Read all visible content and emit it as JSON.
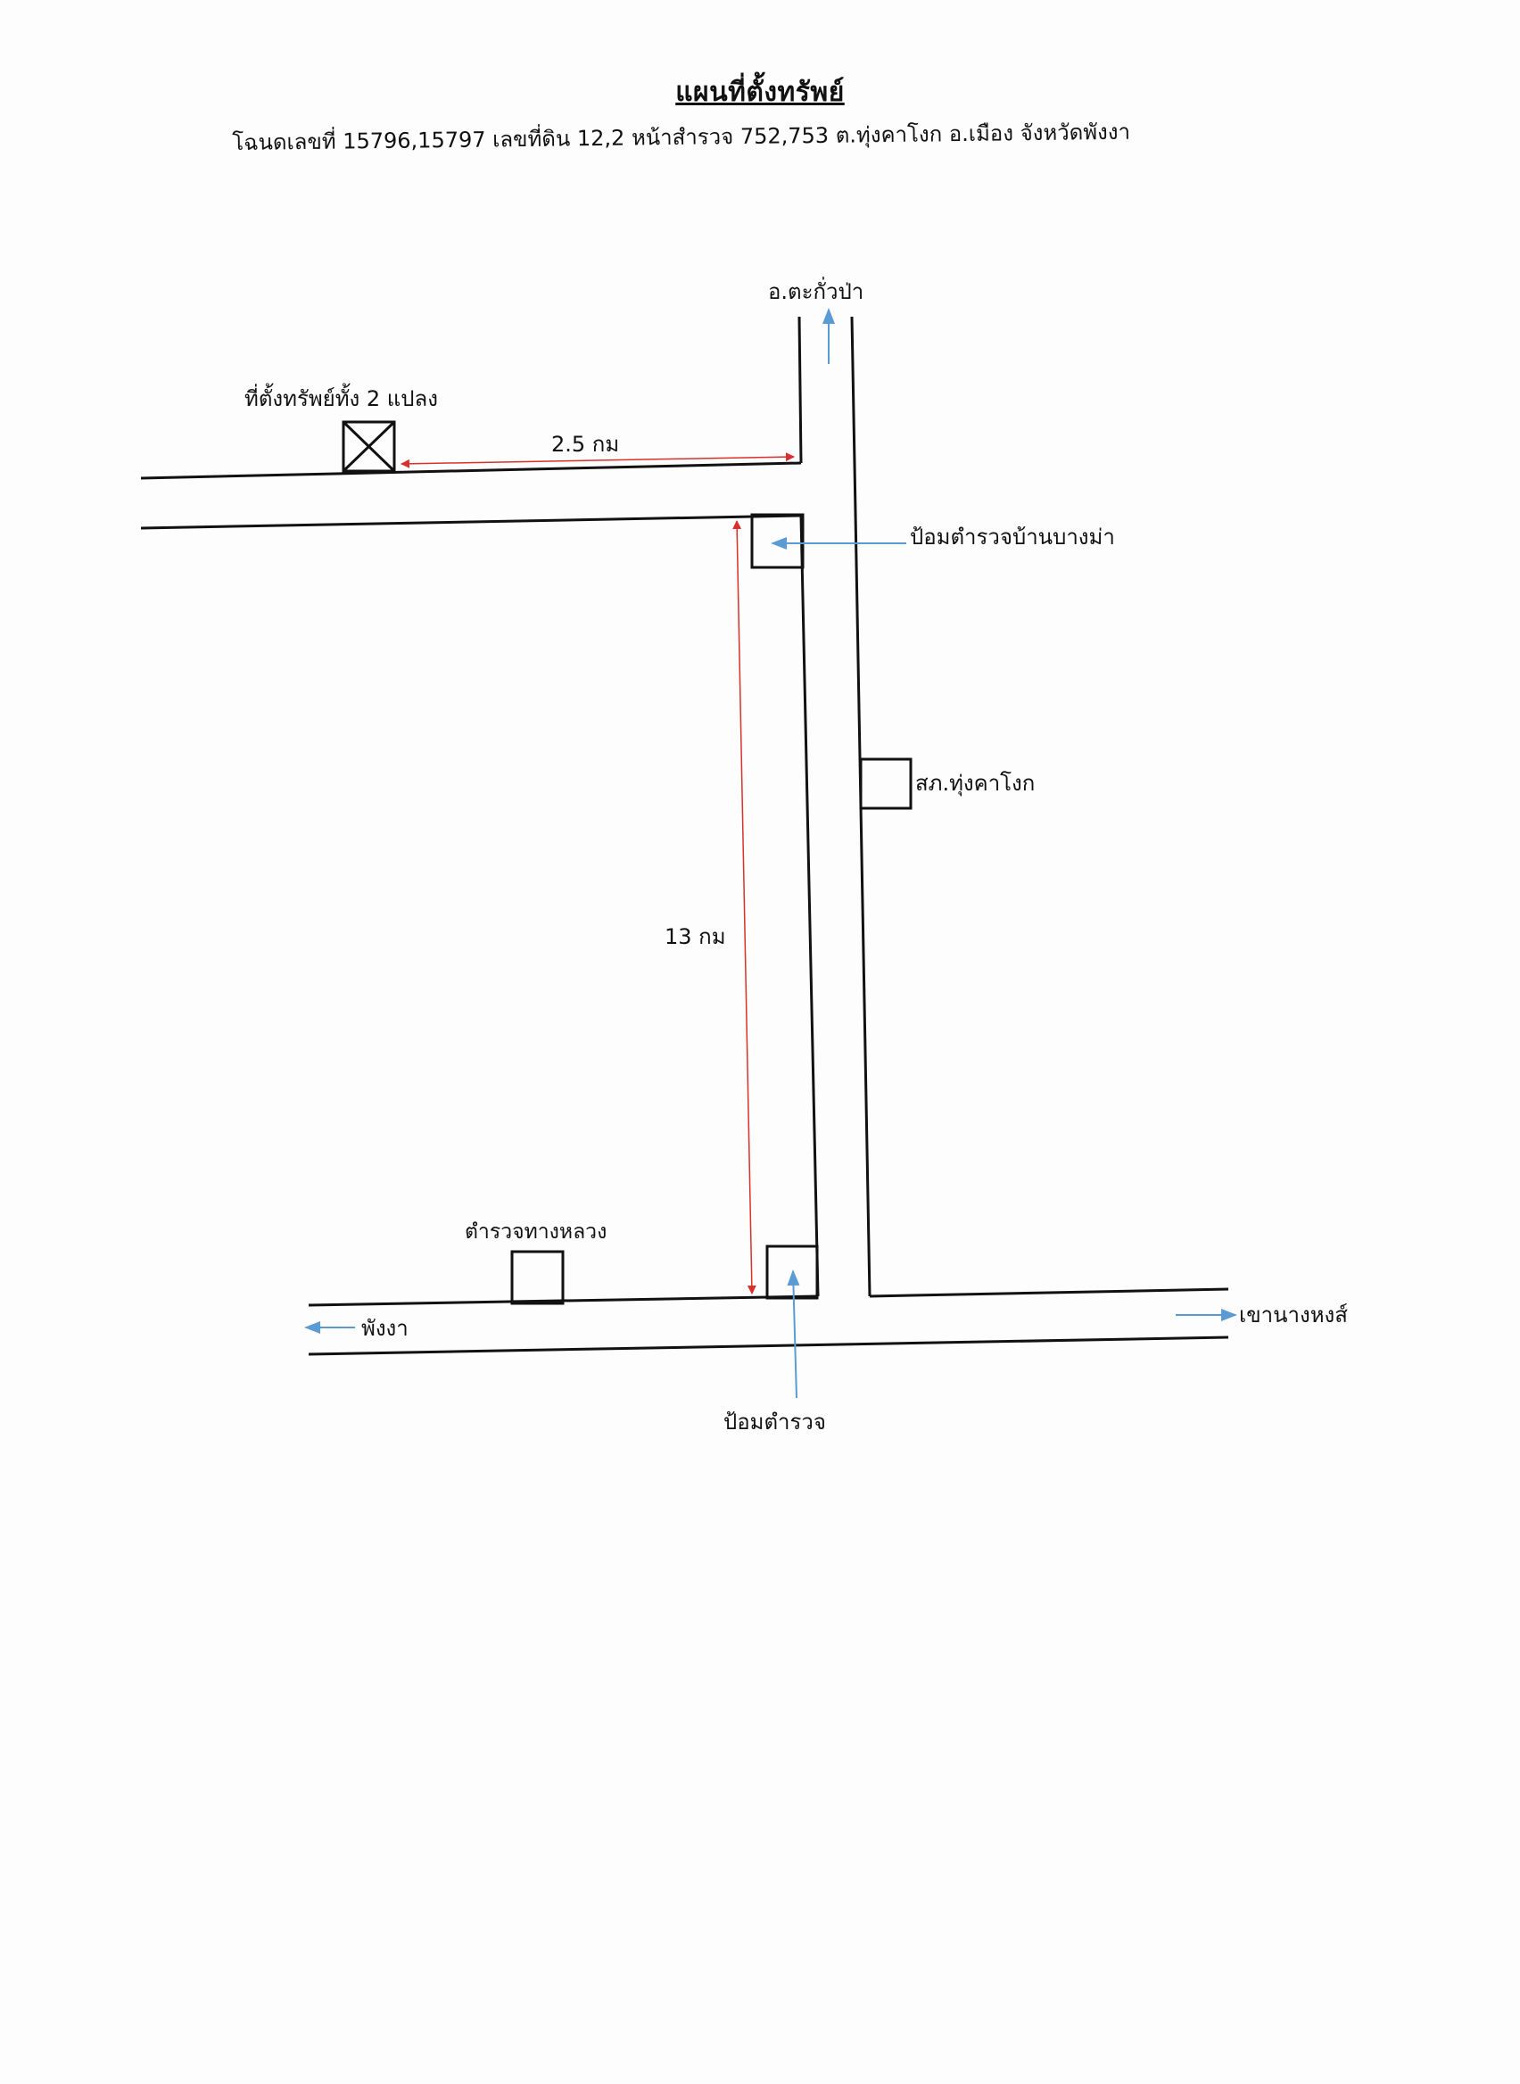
{
  "document": {
    "title": "แผนที่ตั้งทรัพย์",
    "subtitle": "โฉนดเลขที่ 15796,15797 เลขที่ดิน 12,2 หน้าสำรวจ 752,753 ต.ทุ่งคาโงก อ.เมือง จังหวัดพังงา"
  },
  "map": {
    "labels": {
      "north_destination": "อ.ตะกั่วป่า",
      "property_location": "ที่ตั้งทรัพย์ทั้ง 2 แปลง",
      "distance_short": "2.5 กม",
      "police_box_bangma": "ป้อมตำรวจบ้านบางม่า",
      "police_station": "สภ.ทุ่งคาโงก",
      "distance_long": "13 กม",
      "highway_police": "ตำรวจทางหลวง",
      "west_destination": "พังงา",
      "east_destination": "เขานางหงส์",
      "police_box": "ป้อมตำรวจ"
    },
    "icons": {
      "property_marker": "boxed-x-icon",
      "arrow_up": "arrow-up-icon",
      "arrow_left": "arrow-left-icon",
      "arrow_right": "arrow-right-icon"
    },
    "colors": {
      "road": "#111111",
      "distance_arrow": "#d9302c",
      "pointer_arrow": "#5b9bd5"
    }
  }
}
